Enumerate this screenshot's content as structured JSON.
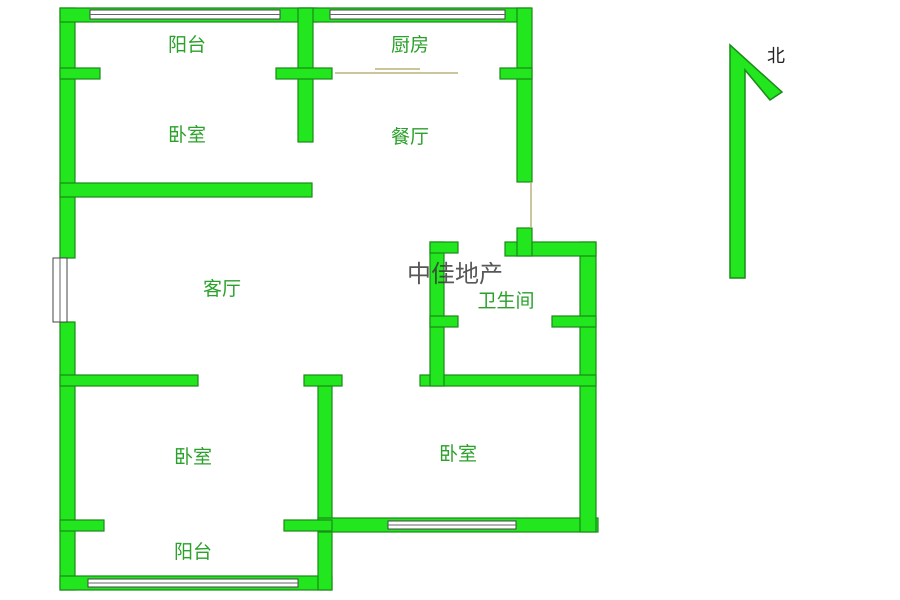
{
  "rooms": {
    "balcony_top": "阳台",
    "kitchen": "厨房",
    "bedroom_top": "卧室",
    "dining": "餐厅",
    "living": "客厅",
    "bathroom": "卫生间",
    "bedroom_bottom_left": "卧室",
    "bedroom_bottom_right": "卧室",
    "balcony_bottom": "阳台"
  },
  "watermark": "中佳地产",
  "compass": {
    "label": "北"
  },
  "colors": {
    "wall": "#22e61e",
    "label": "#2aa12a"
  }
}
